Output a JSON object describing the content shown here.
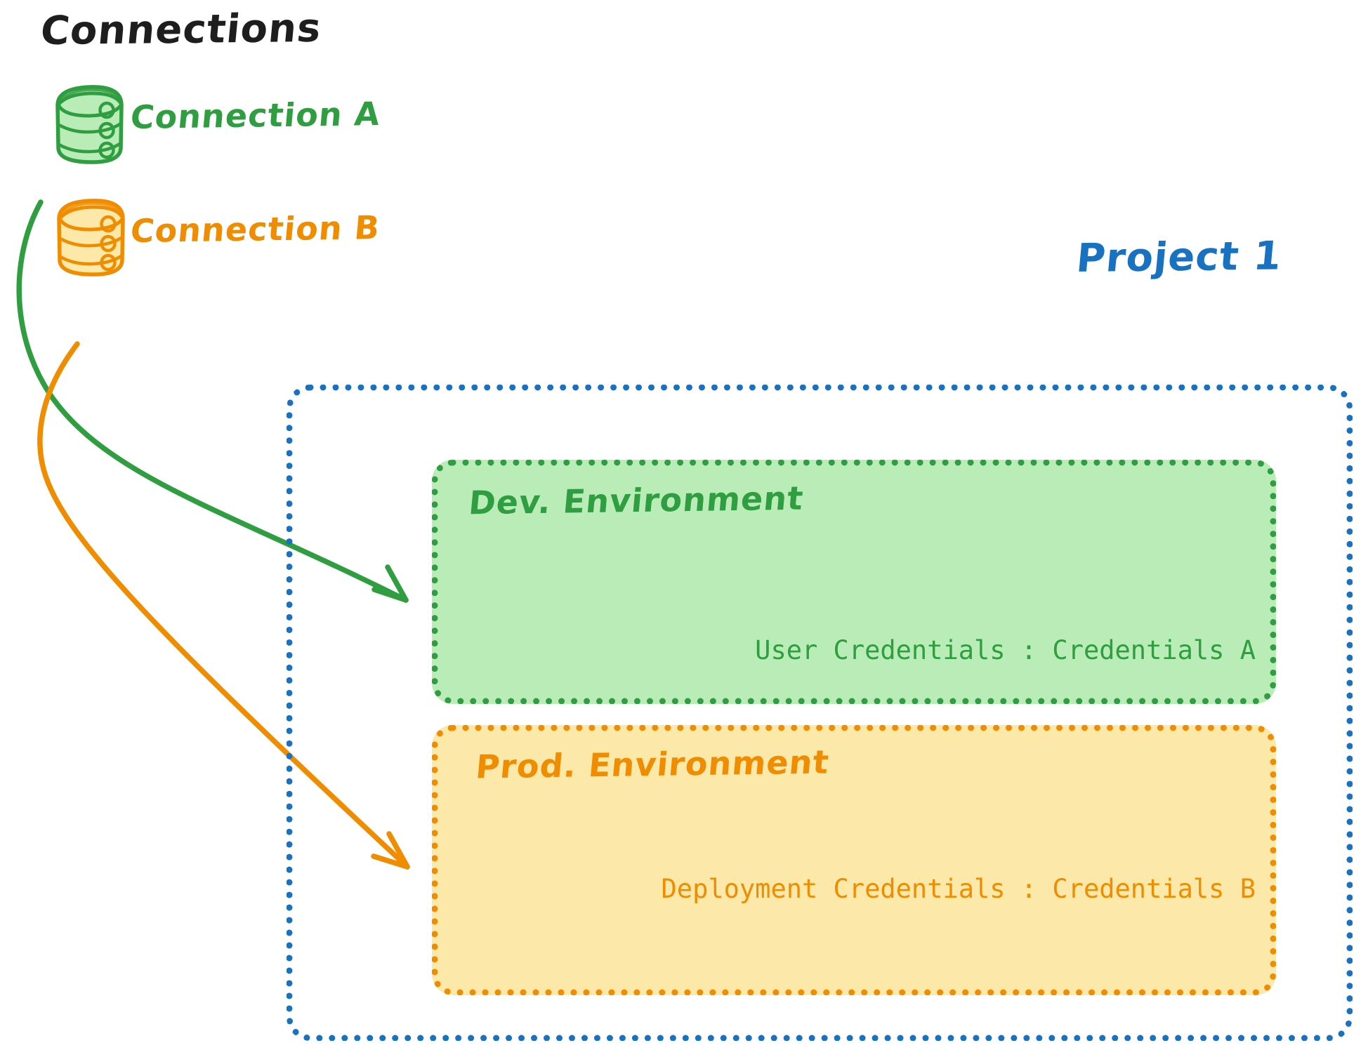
{
  "diagram": {
    "title": "Connections",
    "title_color": "#1e1e1e",
    "background": "#ffffff"
  },
  "connections": [
    {
      "id": "connection-a",
      "label": "Connection A",
      "color": "#2f9e41",
      "fill": "#b9ecb6",
      "icon": "database-cylinder-icon",
      "targets": "dev-environment"
    },
    {
      "id": "connection-b",
      "label": "Connection B",
      "color": "#f08c00",
      "fill": "#fce8a8",
      "icon": "database-cylinder-icon",
      "targets": "prod-environment"
    }
  ],
  "project": {
    "label": "Project 1",
    "color": "#1971c2",
    "border_style": "dotted",
    "environments": [
      {
        "id": "dev-environment",
        "title": "Dev. Environment",
        "color": "#2f9e41",
        "fill": "#b9ecb6",
        "credential_label": "User Credentials",
        "credential_separator": ":",
        "credential_value": "Credentials A",
        "credential_text": "User Credentials : Credentials A"
      },
      {
        "id": "prod-environment",
        "title": "Prod. Environment",
        "color": "#f08c00",
        "fill": "#fce8a8",
        "credential_label": "Deployment Credentials",
        "credential_separator": ":",
        "credential_value": "Credentials B",
        "credential_text": "Deployment Credentials : Credentials B"
      }
    ]
  },
  "arrows": [
    {
      "id": "arrow-connection-a-to-dev",
      "color": "#2f9e41",
      "from": "connection-a",
      "to": "dev-environment"
    },
    {
      "id": "arrow-connection-b-to-prod",
      "color": "#f08c00",
      "from": "connection-b",
      "to": "prod-environment"
    }
  ]
}
